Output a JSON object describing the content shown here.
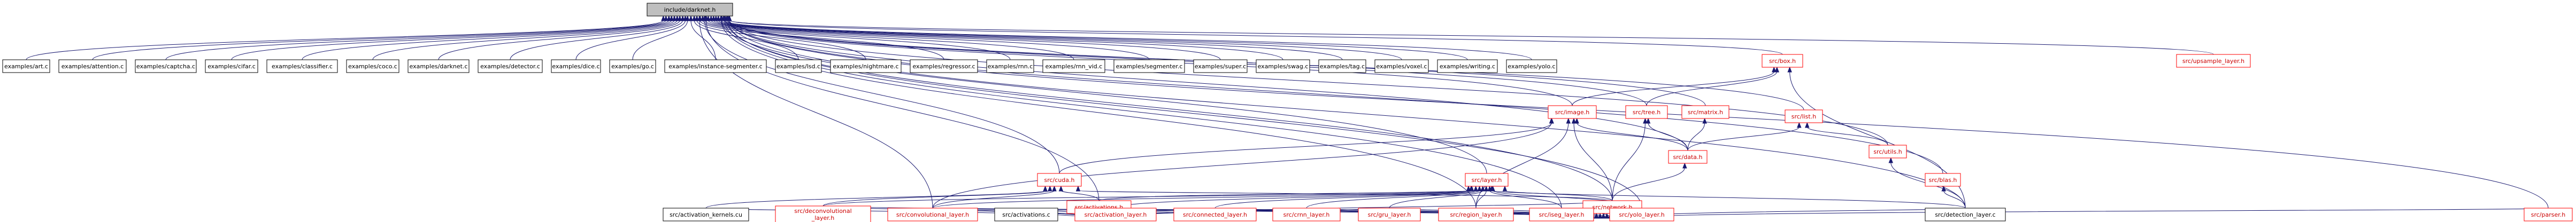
{
  "colors": {
    "root_fill": "#bfbfbf",
    "root_stroke": "#000000",
    "plain_stroke": "#000000",
    "link_stroke": "#ff0000",
    "link_text": "#cc0000",
    "text": "#000000",
    "edge": "#191970"
  },
  "nodes": [
    {
      "id": "darknet_h",
      "label": "include/darknet.h",
      "style": "root"
    },
    {
      "id": "ex_art",
      "label": "examples/art.c",
      "style": "plain"
    },
    {
      "id": "ex_attention",
      "label": "examples/attention.c",
      "style": "plain"
    },
    {
      "id": "ex_captcha",
      "label": "examples/captcha.c",
      "style": "plain"
    },
    {
      "id": "ex_cifar",
      "label": "examples/cifar.c",
      "style": "plain"
    },
    {
      "id": "ex_classifier",
      "label": "examples/classifier.c",
      "style": "plain"
    },
    {
      "id": "ex_coco",
      "label": "examples/coco.c",
      "style": "plain"
    },
    {
      "id": "ex_darknet",
      "label": "examples/darknet.c",
      "style": "plain"
    },
    {
      "id": "ex_detector",
      "label": "examples/detector.c",
      "style": "plain"
    },
    {
      "id": "ex_dice",
      "label": "examples/dice.c",
      "style": "plain"
    },
    {
      "id": "ex_go",
      "label": "examples/go.c",
      "style": "plain"
    },
    {
      "id": "ex_instance",
      "label": "examples/instance-segmenter.c",
      "style": "plain"
    },
    {
      "id": "ex_lsd",
      "label": "examples/lsd.c",
      "style": "plain"
    },
    {
      "id": "ex_nightmare",
      "label": "examples/nightmare.c",
      "style": "plain"
    },
    {
      "id": "ex_regressor",
      "label": "examples/regressor.c",
      "style": "plain"
    },
    {
      "id": "ex_rnn",
      "label": "examples/rnn.c",
      "style": "plain"
    },
    {
      "id": "ex_rnn_vid",
      "label": "examples/rnn_vid.c",
      "style": "plain"
    },
    {
      "id": "ex_segmenter",
      "label": "examples/segmenter.c",
      "style": "plain"
    },
    {
      "id": "ex_super",
      "label": "examples/super.c",
      "style": "plain"
    },
    {
      "id": "ex_swag",
      "label": "examples/swag.c",
      "style": "plain"
    },
    {
      "id": "ex_tag",
      "label": "examples/tag.c",
      "style": "plain"
    },
    {
      "id": "ex_voxel",
      "label": "examples/voxel.c",
      "style": "plain"
    },
    {
      "id": "ex_writing",
      "label": "examples/writing.c",
      "style": "plain"
    },
    {
      "id": "ex_yolo",
      "label": "examples/yolo.c",
      "style": "plain"
    },
    {
      "id": "box_h",
      "label": "src/box.h",
      "style": "link"
    },
    {
      "id": "upsample_h",
      "label": "src/upsample_layer.h",
      "style": "link"
    },
    {
      "id": "image_h",
      "label": "src/image.h",
      "style": "link"
    },
    {
      "id": "tree_h",
      "label": "src/tree.h",
      "style": "link"
    },
    {
      "id": "matrix_h",
      "label": "src/matrix.h",
      "style": "link"
    },
    {
      "id": "list_h",
      "label": "src/list.h",
      "style": "link"
    },
    {
      "id": "data_h",
      "label": "src/data.h",
      "style": "link"
    },
    {
      "id": "utils_h",
      "label": "src/utils.h",
      "style": "link"
    },
    {
      "id": "cuda_h",
      "label": "src/cuda.h",
      "style": "link"
    },
    {
      "id": "layer_h",
      "label": "src/layer.h",
      "style": "link"
    },
    {
      "id": "blas_h",
      "label": "src/blas.h",
      "style": "link"
    },
    {
      "id": "activations_h",
      "label": "src/activations.h",
      "style": "link"
    },
    {
      "id": "network_h",
      "label": "src/network.h",
      "style": "link"
    },
    {
      "id": "act_kernels",
      "label": "src/activation_kernels.cu",
      "style": "plain"
    },
    {
      "id": "deconv_h",
      "label": "src/deconvolutional_layer.h",
      "style": "link"
    },
    {
      "id": "conv_h",
      "label": "src/convolutional_layer.h",
      "style": "link"
    },
    {
      "id": "activations_c",
      "label": "src/activations.c",
      "style": "plain"
    },
    {
      "id": "activation_layer_h",
      "label": "src/activation_layer.h",
      "style": "link"
    },
    {
      "id": "connected_h",
      "label": "src/connected_layer.h",
      "style": "link"
    },
    {
      "id": "crnn_h",
      "label": "src/crnn_layer.h",
      "style": "link"
    },
    {
      "id": "gru_h",
      "label": "src/gru_layer.h",
      "style": "link"
    },
    {
      "id": "region_h",
      "label": "src/region_layer.h",
      "style": "link"
    },
    {
      "id": "iseg_h",
      "label": "src/iseg_layer.h",
      "style": "link"
    },
    {
      "id": "yolo_h",
      "label": "src/yolo_layer.h",
      "style": "link"
    },
    {
      "id": "detection_c",
      "label": "src/detection_layer.c",
      "style": "plain"
    },
    {
      "id": "parser_h",
      "label": "src/parser.h",
      "style": "link"
    }
  ],
  "edges": [
    [
      "darknet_h",
      "ex_art"
    ],
    [
      "darknet_h",
      "ex_attention"
    ],
    [
      "darknet_h",
      "ex_captcha"
    ],
    [
      "darknet_h",
      "ex_cifar"
    ],
    [
      "darknet_h",
      "ex_classifier"
    ],
    [
      "darknet_h",
      "ex_coco"
    ],
    [
      "darknet_h",
      "ex_darknet"
    ],
    [
      "darknet_h",
      "ex_detector"
    ],
    [
      "darknet_h",
      "ex_dice"
    ],
    [
      "darknet_h",
      "ex_go"
    ],
    [
      "darknet_h",
      "ex_instance"
    ],
    [
      "darknet_h",
      "ex_lsd"
    ],
    [
      "darknet_h",
      "ex_nightmare"
    ],
    [
      "darknet_h",
      "ex_regressor"
    ],
    [
      "darknet_h",
      "ex_rnn"
    ],
    [
      "darknet_h",
      "ex_rnn_vid"
    ],
    [
      "darknet_h",
      "ex_segmenter"
    ],
    [
      "darknet_h",
      "ex_super"
    ],
    [
      "darknet_h",
      "ex_swag"
    ],
    [
      "darknet_h",
      "ex_tag"
    ],
    [
      "darknet_h",
      "ex_voxel"
    ],
    [
      "darknet_h",
      "ex_writing"
    ],
    [
      "darknet_h",
      "ex_yolo"
    ],
    [
      "darknet_h",
      "box_h"
    ],
    [
      "darknet_h",
      "upsample_h"
    ],
    [
      "darknet_h",
      "image_h"
    ],
    [
      "darknet_h",
      "tree_h"
    ],
    [
      "darknet_h",
      "matrix_h"
    ],
    [
      "darknet_h",
      "list_h"
    ],
    [
      "darknet_h",
      "data_h"
    ],
    [
      "darknet_h",
      "utils_h"
    ],
    [
      "darknet_h",
      "cuda_h"
    ],
    [
      "darknet_h",
      "layer_h"
    ],
    [
      "darknet_h",
      "blas_h"
    ],
    [
      "darknet_h",
      "activations_h"
    ],
    [
      "darknet_h",
      "network_h"
    ],
    [
      "darknet_h",
      "detection_c"
    ],
    [
      "darknet_h",
      "parser_h"
    ],
    [
      "darknet_h",
      "region_h"
    ],
    [
      "darknet_h",
      "yolo_h"
    ],
    [
      "darknet_h",
      "iseg_h"
    ],
    [
      "darknet_h",
      "conv_h"
    ],
    [
      "box_h",
      "image_h"
    ],
    [
      "box_h",
      "tree_h"
    ],
    [
      "box_h",
      "detection_c"
    ],
    [
      "image_h",
      "data_h"
    ],
    [
      "image_h",
      "network_h"
    ],
    [
      "image_h",
      "cuda_h"
    ],
    [
      "image_h",
      "conv_h"
    ],
    [
      "image_h",
      "region_h"
    ],
    [
      "tree_h",
      "data_h"
    ],
    [
      "tree_h",
      "network_h"
    ],
    [
      "matrix_h",
      "data_h"
    ],
    [
      "list_h",
      "data_h"
    ],
    [
      "list_h",
      "utils_h"
    ],
    [
      "data_h",
      "network_h"
    ],
    [
      "utils_h",
      "detection_c"
    ],
    [
      "blas_h",
      "detection_c"
    ],
    [
      "cuda_h",
      "activations_h"
    ],
    [
      "cuda_h",
      "network_h"
    ],
    [
      "cuda_h",
      "act_kernels"
    ],
    [
      "cuda_h",
      "deconv_h"
    ],
    [
      "cuda_h",
      "conv_h"
    ],
    [
      "layer_h",
      "activations_h"
    ],
    [
      "layer_h",
      "network_h"
    ],
    [
      "layer_h",
      "deconv_h"
    ],
    [
      "layer_h",
      "conv_h"
    ],
    [
      "layer_h",
      "activation_layer_h"
    ],
    [
      "layer_h",
      "connected_h"
    ],
    [
      "layer_h",
      "crnn_h"
    ],
    [
      "layer_h",
      "gru_h"
    ],
    [
      "layer_h",
      "region_h"
    ],
    [
      "layer_h",
      "iseg_h"
    ],
    [
      "layer_h",
      "yolo_h"
    ],
    [
      "layer_h",
      "detection_c"
    ],
    [
      "activations_h",
      "act_kernels"
    ],
    [
      "activations_h",
      "deconv_h"
    ],
    [
      "activations_h",
      "conv_h"
    ],
    [
      "activations_h",
      "activations_c"
    ],
    [
      "activations_h",
      "activation_layer_h"
    ],
    [
      "activations_h",
      "connected_h"
    ],
    [
      "activations_h",
      "crnn_h"
    ],
    [
      "activations_h",
      "gru_h"
    ],
    [
      "activations_h",
      "network_h"
    ],
    [
      "network_h",
      "deconv_h"
    ],
    [
      "network_h",
      "conv_h"
    ],
    [
      "network_h",
      "activation_layer_h"
    ],
    [
      "network_h",
      "connected_h"
    ],
    [
      "network_h",
      "crnn_h"
    ],
    [
      "network_h",
      "gru_h"
    ],
    [
      "network_h",
      "region_h"
    ],
    [
      "network_h",
      "iseg_h"
    ],
    [
      "network_h",
      "yolo_h"
    ],
    [
      "network_h",
      "detection_c"
    ],
    [
      "network_h",
      "parser_h"
    ]
  ]
}
